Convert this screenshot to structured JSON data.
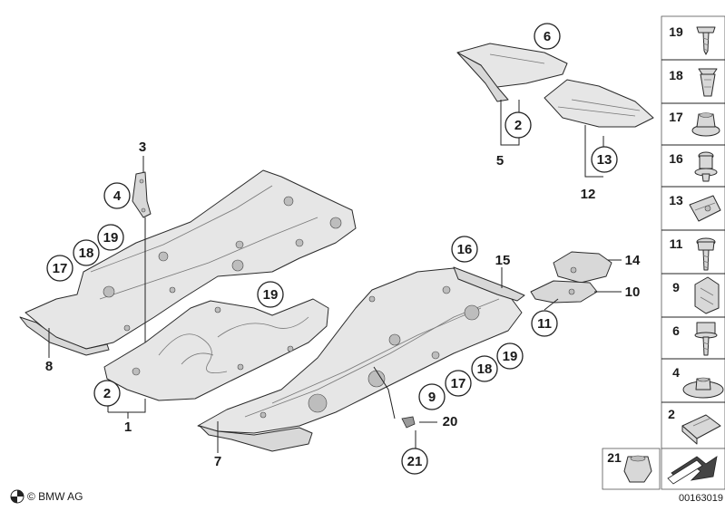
{
  "diagram": {
    "main_labels": {
      "l1": "1",
      "l2a": "2",
      "l2b": "2",
      "l3": "3",
      "l4": "4",
      "l5": "5",
      "l6": "6",
      "l7": "7",
      "l8": "8",
      "l9": "9",
      "l10": "10",
      "l11": "11",
      "l12": "12",
      "l13a": "13",
      "l14": "14",
      "l15": "15",
      "l16": "16",
      "l17a": "17",
      "l17b": "17",
      "l18a": "18",
      "l18b": "18",
      "l19a": "19",
      "l19b": "19",
      "l19c": "19",
      "l20": "20",
      "l21": "21"
    },
    "side_panel": [
      "19",
      "18",
      "17",
      "16",
      "13",
      "11",
      "9",
      "6",
      "4",
      "2"
    ],
    "bottom_box_label": "21",
    "brand": "© BMW AG",
    "diagram_number": "00163019",
    "icons": [
      "bmw-logo-icon",
      "arrow-symbol-icon"
    ]
  }
}
